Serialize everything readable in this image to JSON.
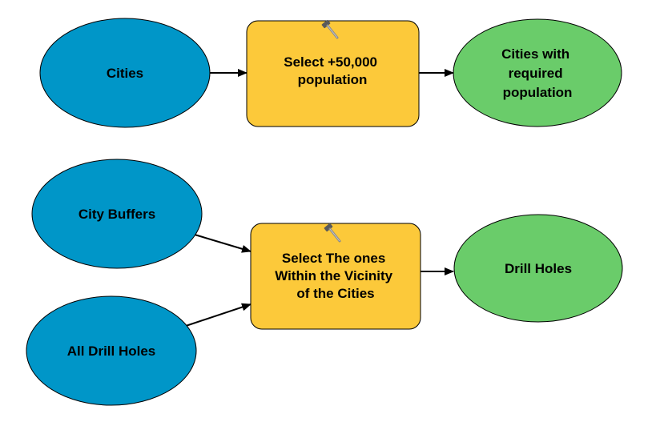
{
  "model": {
    "chain_1": {
      "input": {
        "label": [
          "Cities"
        ],
        "kind": "input-data",
        "color": "#0096c8"
      },
      "tool": {
        "label": [
          "Select +50,000",
          "population"
        ],
        "kind": "tool",
        "icon": "hammer-icon",
        "color": "#fcc93a"
      },
      "output": {
        "label": [
          "Cities with",
          "required",
          "population"
        ],
        "kind": "derived-data",
        "color": "#6acc6a"
      }
    },
    "chain_2": {
      "input_a": {
        "label": [
          "City Buffers"
        ],
        "kind": "input-data",
        "color": "#0096c8"
      },
      "input_b": {
        "label": [
          "All Drill Holes"
        ],
        "kind": "input-data",
        "color": "#0096c8"
      },
      "tool": {
        "label": [
          "Select The ones",
          "Within the Vicinity",
          "of the Cities"
        ],
        "kind": "tool",
        "icon": "hammer-icon",
        "color": "#fcc93a"
      },
      "output": {
        "label": [
          "Drill Holes"
        ],
        "kind": "derived-data",
        "color": "#6acc6a"
      }
    }
  },
  "colors": {
    "input": "#0096c8",
    "tool": "#fcc93a",
    "output": "#6acc6a",
    "stroke": "#000000",
    "connector": "#000000"
  }
}
